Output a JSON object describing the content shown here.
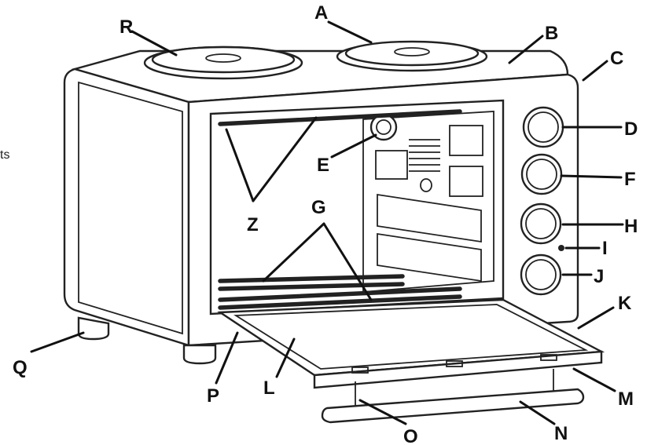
{
  "side_text": "ts",
  "labels": {
    "A": "A",
    "B": "B",
    "C": "C",
    "D": "D",
    "E": "E",
    "F": "F",
    "G": "G",
    "H": "H",
    "I": "I",
    "J": "J",
    "K": "K",
    "L": "L",
    "M": "M",
    "N": "N",
    "O": "O",
    "P": "P",
    "Q": "Q",
    "R": "R",
    "Z": "Z"
  }
}
